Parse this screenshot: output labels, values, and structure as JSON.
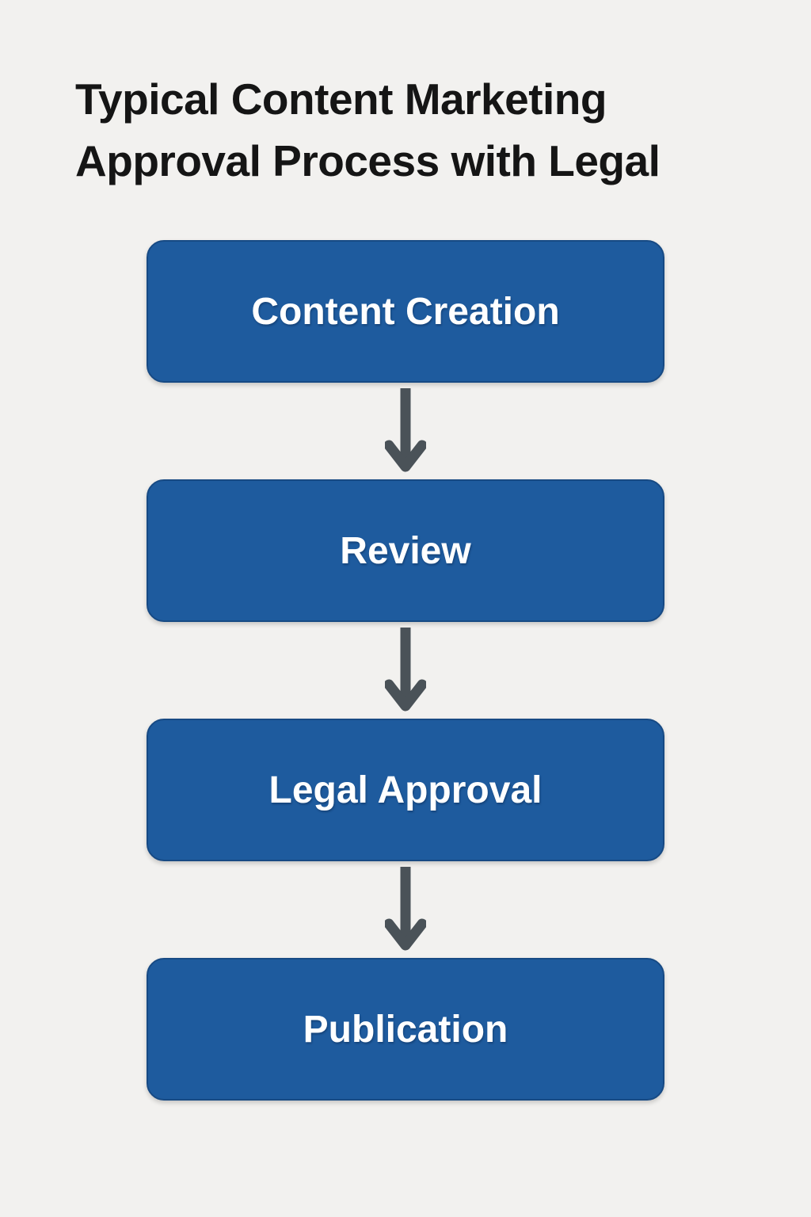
{
  "page": {
    "background_color": "#f2f1ef",
    "title": "Typical Content Marketing Approval Process with Legal"
  },
  "flowchart": {
    "type": "vertical-flow",
    "box_color": "#1e5b9e",
    "box_border_color": "#174a84",
    "box_text_color": "#ffffff",
    "arrow_color": "#4a5258",
    "steps": [
      {
        "label": "Content Creation"
      },
      {
        "label": "Review"
      },
      {
        "label": "Legal Approval"
      },
      {
        "label": "Publication"
      }
    ]
  }
}
